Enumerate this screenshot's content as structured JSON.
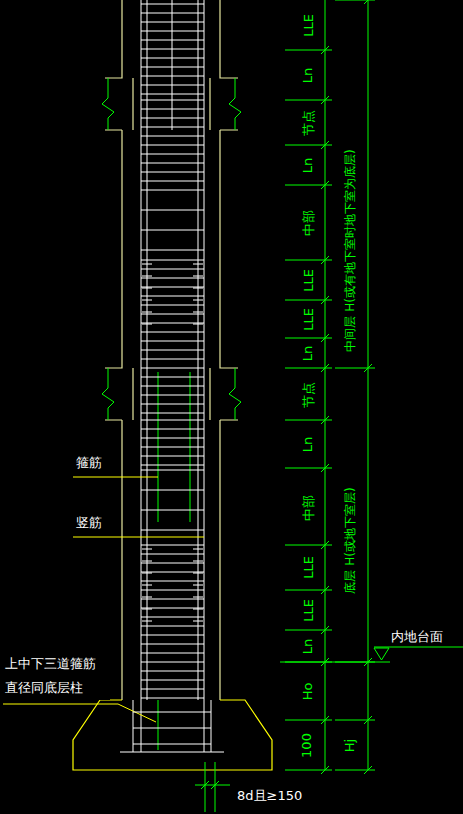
{
  "diagram": {
    "labels": [
      "LLE",
      "Ln",
      "节点",
      "Ln",
      "中部",
      "LLE",
      "LLE",
      "Ln",
      "节点",
      "Ln",
      "中部",
      "LLE",
      "LLE",
      "Ln",
      "中间层 H(或有地下室时地下室为底层)",
      "底层 H(或地下室层)",
      "内地台面",
      "Ho",
      "100",
      "Hj",
      "箍筋",
      "竖筋",
      "上中下三道箍筋 直径同底层柱",
      "8d且≥150"
    ]
  }
}
